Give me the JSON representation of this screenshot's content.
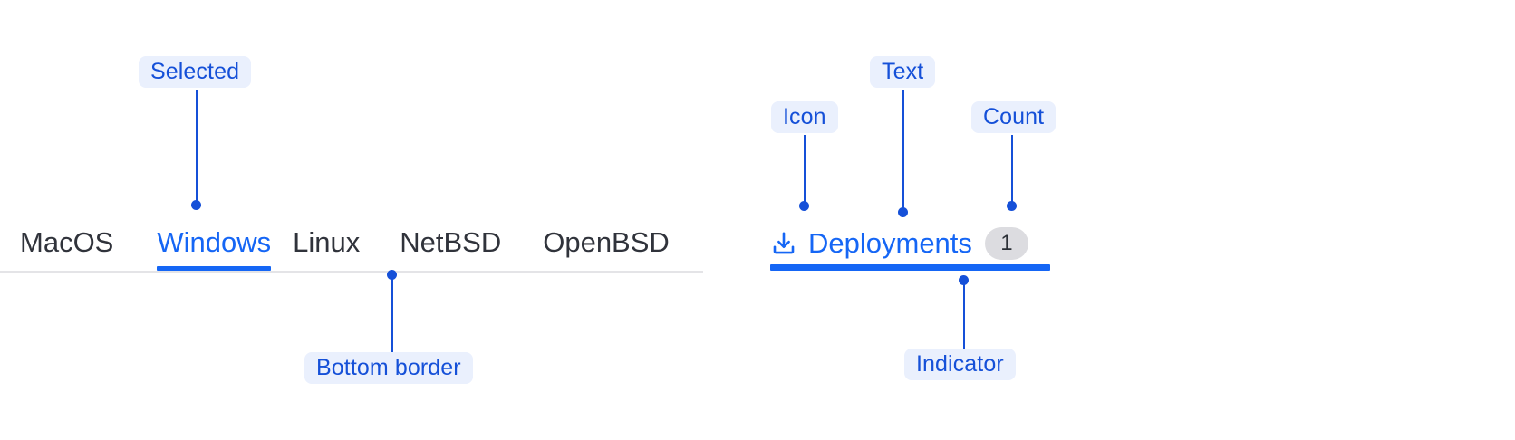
{
  "colors": {
    "accent": "#1566f5",
    "annotation_blue": "#1550d8",
    "annotation_chip_bg": "#eaf0fd",
    "tab_text": "#30333b",
    "bottom_border": "#e4e4e7",
    "badge_bg": "#dcdce0",
    "badge_text": "#2b2f36",
    "page_bg": "#ffffff"
  },
  "left_example": {
    "tabs": [
      {
        "label": "MacOS",
        "selected": false
      },
      {
        "label": "Windows",
        "selected": true
      },
      {
        "label": "Linux",
        "selected": false
      },
      {
        "label": "NetBSD",
        "selected": false
      },
      {
        "label": "OpenBSD",
        "selected": false
      }
    ],
    "annotations": [
      {
        "label": "Selected",
        "target": "selected-tab"
      },
      {
        "label": "Bottom border",
        "target": "tab-bottom-border"
      }
    ]
  },
  "right_example": {
    "tab": {
      "icon": "download-icon",
      "text": "Deployments",
      "count": "1",
      "selected": true
    },
    "annotations": [
      {
        "label": "Icon",
        "target": "deploy-icon"
      },
      {
        "label": "Text",
        "target": "deploy-label"
      },
      {
        "label": "Count",
        "target": "deploy-count"
      },
      {
        "label": "Indicator",
        "target": "deploy-indicator"
      }
    ]
  }
}
